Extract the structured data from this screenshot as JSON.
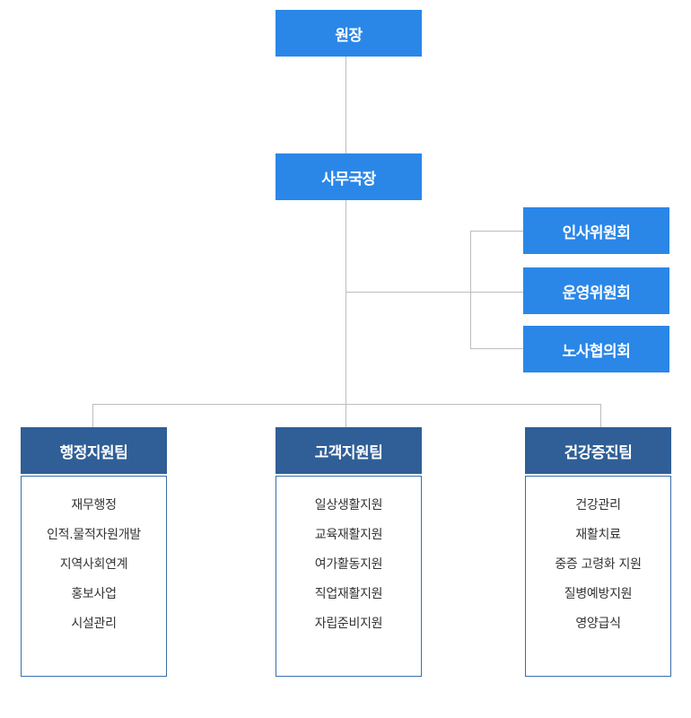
{
  "director": "원장",
  "secretary_general": "사무국장",
  "committees": [
    "인사위원회",
    "운영위원회",
    "노사협의회"
  ],
  "teams": [
    {
      "name": "행정지원팀",
      "tasks": [
        "재무행정",
        "인적.물적자원개발",
        "지역사회연계",
        "홍보사업",
        "시설관리"
      ]
    },
    {
      "name": "고객지원팀",
      "tasks": [
        "일상생활지원",
        "교육재활지원",
        "여가활동지원",
        "직업재활지원",
        "자립준비지원"
      ]
    },
    {
      "name": "건강증진팀",
      "tasks": [
        "건강관리",
        "재활치료",
        "중증 고령화 지원",
        "질병예방지원",
        "영양급식"
      ]
    }
  ],
  "colors": {
    "primary_box": "#2a87e8",
    "team_box": "#2f5f96",
    "connector": "#bdbdbd",
    "panel_border": "#3a6ea8"
  }
}
